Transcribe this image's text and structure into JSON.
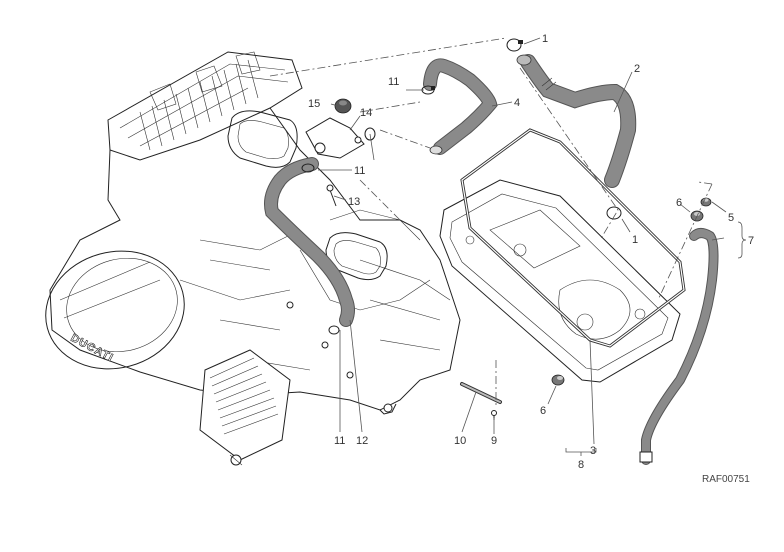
{
  "diagram": {
    "type": "exploded-parts-view",
    "subject": "engine breather / crankcase ventilation hoses",
    "reference_code": "RAF00751",
    "brand_text": "DUCATI",
    "colors": {
      "line_art": "#222222",
      "hose_fill": "#8a8a8a",
      "background": "#ffffff",
      "callout_text": "#333333"
    },
    "callouts": [
      {
        "id": "c1a",
        "label": "1",
        "part": "hose clamp (top)"
      },
      {
        "id": "c1b",
        "label": "1",
        "part": "hose clamp (on cover)"
      },
      {
        "id": "c2",
        "label": "2",
        "part": "breather hose (large)"
      },
      {
        "id": "c3",
        "label": "3",
        "part": "valve cover gasket"
      },
      {
        "id": "c4",
        "label": "4",
        "part": "hose (upper bent)"
      },
      {
        "id": "c5",
        "label": "5",
        "part": "fitting"
      },
      {
        "id": "c6a",
        "label": "6",
        "part": "grommet (upper)"
      },
      {
        "id": "c6b",
        "label": "6",
        "part": "grommet (lower)"
      },
      {
        "id": "c7",
        "label": "7",
        "part": "drain hose assembly"
      },
      {
        "id": "c8",
        "label": "8",
        "part": "valve cover assembly"
      },
      {
        "id": "c9",
        "label": "9",
        "part": "screw"
      },
      {
        "id": "c10",
        "label": "10",
        "part": "pin"
      },
      {
        "id": "c11a",
        "label": "11",
        "part": "hose clamp (upper left)"
      },
      {
        "id": "c11b",
        "label": "11",
        "part": "hose clamp (mid)"
      },
      {
        "id": "c11c",
        "label": "11",
        "part": "hose clamp (bottom)"
      },
      {
        "id": "c12",
        "label": "12",
        "part": "hose (lower)"
      },
      {
        "id": "c13",
        "label": "13",
        "part": "screw"
      },
      {
        "id": "c14",
        "label": "14",
        "part": "breather valve body"
      },
      {
        "id": "c15",
        "label": "15",
        "part": "cap"
      }
    ]
  }
}
